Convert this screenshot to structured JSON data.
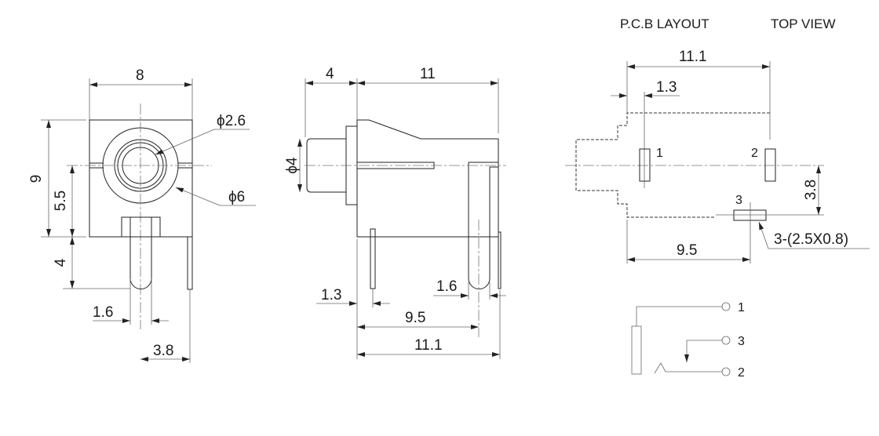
{
  "header": {
    "pcb_layout": "P.C.B LAYOUT",
    "top_view": "TOP VIEW"
  },
  "front_view": {
    "width": "8",
    "height": "9",
    "center_height": "5.5",
    "pin_length": "4",
    "pin_width": "1.6",
    "pin_spacing": "3.8",
    "inner_diameter": "ϕ2.6",
    "outer_diameter": "ϕ6"
  },
  "side_view": {
    "plug_length": "4",
    "body_length": "11",
    "plug_diameter": "ϕ4",
    "pin_offset": "1.3",
    "pin_width": "1.6",
    "pin_distance": "9.5",
    "total_length": "11.1"
  },
  "pcb_layout": {
    "total_length": "11.1",
    "pin1_offset": "1.3",
    "pin3_offset_y": "3.8",
    "pin3_distance": "9.5",
    "pad_spec": "3-(2.5X0.8)",
    "pin_labels": [
      "1",
      "2",
      "3"
    ]
  },
  "schematic": {
    "pin_labels": [
      "1",
      "3",
      "2"
    ]
  },
  "colors": {
    "line": "#222222",
    "dimension": "#666666"
  }
}
